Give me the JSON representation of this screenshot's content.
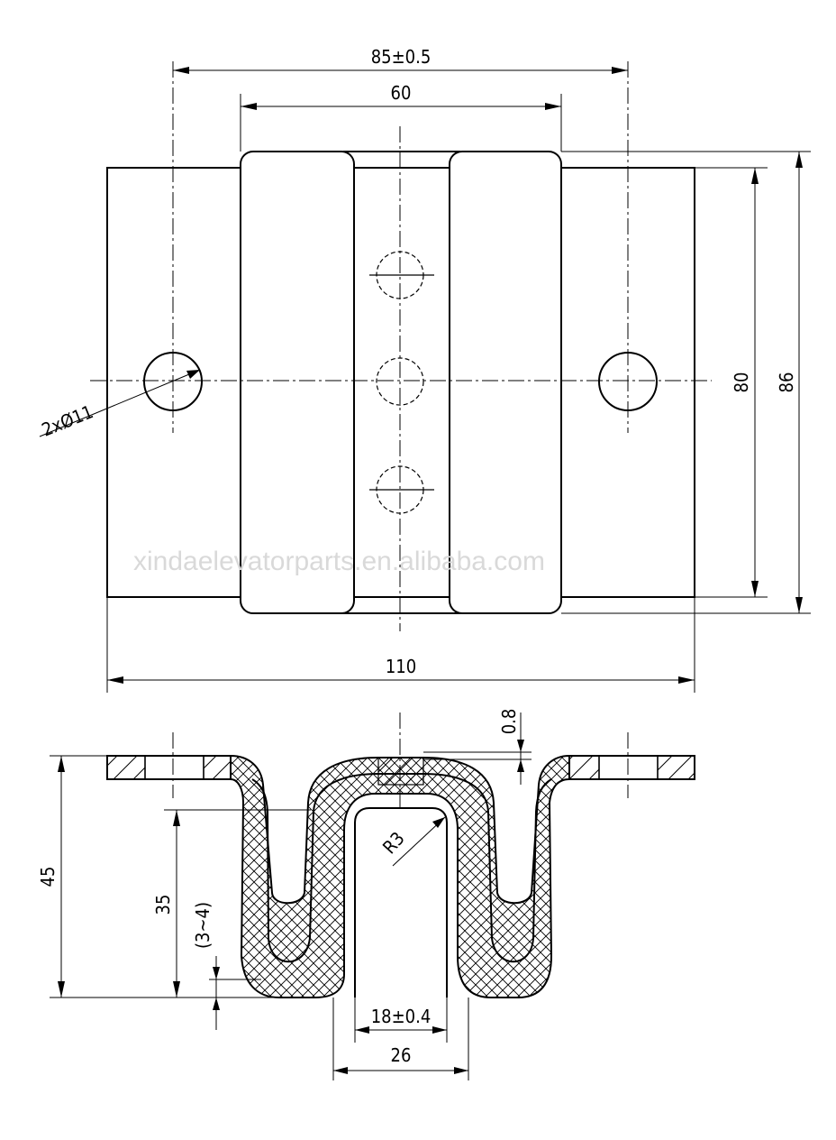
{
  "top_view": {
    "dim_85": "85±0.5",
    "dim_60": "60",
    "dim_80": "80",
    "dim_86": "86",
    "dim_110": "110",
    "hole_callout": "2xØ11"
  },
  "section_view": {
    "dim_thickness": "0.8",
    "dim_45": "45",
    "dim_35": "35",
    "dim_gap": "(3~4)",
    "dim_radius": "R3",
    "dim_18": "18±0.4",
    "dim_26": "26"
  },
  "watermark": "xindaelevatorparts.en.alibaba.com",
  "colors": {
    "line": "#000000",
    "watermark": "#d9d9d9",
    "background": "#ffffff"
  }
}
